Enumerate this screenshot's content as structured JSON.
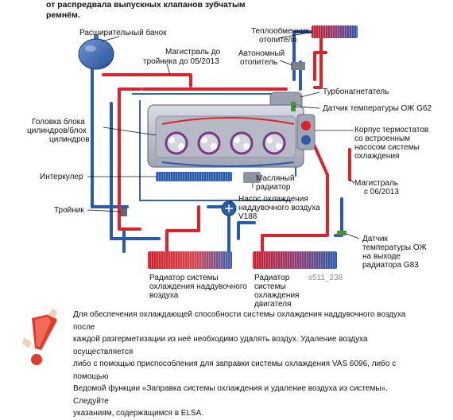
{
  "top_text": {
    "line1": "от распредвала выпускных клапанов зубчатым",
    "line2": "ремнём."
  },
  "labels": {
    "expansion_tank": "Расширительный бачок",
    "main_line_to_tee_1": "Магистраль до",
    "main_line_to_tee_2": "тройника до 05/2013",
    "heater_core_1": "Теплообменник",
    "heater_core_2": "отопителя",
    "aux_heater_1": "Автономный",
    "aux_heater_2": "отопитель",
    "turbocharger": "Турбонагнетатель",
    "temp_sensor_g62": "Датчик температуры ОЖ G62",
    "cylinder_head_1": "Головка блока",
    "cylinder_head_2": "цилиндров/блок",
    "cylinder_head_3": "цилиндров",
    "thermostat_1": "Корпус термостатов",
    "thermostat_2": "со встроенным",
    "thermostat_3": "насосом системы",
    "thermostat_4": "охлаждения",
    "intercooler": "Интеркулер",
    "oil_cooler_1": "Масляный",
    "oil_cooler_2": "радиатор",
    "main_line_after_1": "Магистраль",
    "main_line_after_2": "с 06/2013",
    "pump_v188_1": "Насос охлаждения",
    "pump_v188_2": "наддувочного воздуха",
    "pump_v188_3": "V188",
    "tee": "Тройник",
    "sensor_g83_1": "Датчик",
    "sensor_g83_2": "температуры ОЖ",
    "sensor_g83_3": "на выходе",
    "sensor_g83_4": "радиатора G83",
    "charge_rad_1": "Радиатор системы",
    "charge_rad_2": "охлаждения наддувочного",
    "charge_rad_3": "воздуха",
    "engine_rad_1": "Радиатор",
    "engine_rad_2": "системы",
    "engine_rad_3": "охлаждения",
    "engine_rad_4": "двигателя",
    "figure_code": "s511_238"
  },
  "note": {
    "line1": "Для обеспечения охлаждающей способности системы охлаждения наддувочного воздуха после",
    "line2": "каждой разгерметизации из неё необходимо удалять воздух. Удаление воздуха осуществляется",
    "line3": "либо с помощью приспособления для заправки системы охлаждения VAS 6096, либо с помощью",
    "line4": "Ведомой функции «Заправка системы охлаждения и удаление воздуха из системы». Следуйте",
    "line5": "указаниям, содержащимся в ELSA."
  },
  "colors": {
    "hot": "#d8242a",
    "cold": "#2a5aa8",
    "engine": "#c7cbd6",
    "tank": "#3e6fb8",
    "warning": "#e23a2e"
  }
}
